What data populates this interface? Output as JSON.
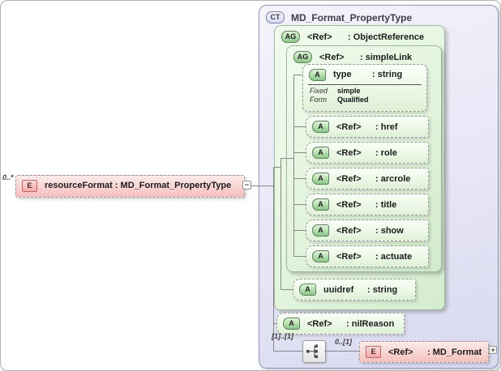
{
  "diagram": {
    "source_element": {
      "multiplicity": "0..*",
      "badge": "E",
      "label": "resourceFormat : MD_Format_PropertyType",
      "collapse_glyph": "−"
    },
    "complex_type": {
      "badge": "CT",
      "title": "MD_Format_PropertyType",
      "object_reference_group": {
        "badge": "AG",
        "name": "<Ref>",
        "type": ": ObjectReference",
        "simple_link_group": {
          "badge": "AG",
          "name": "<Ref>",
          "type": ": simpleLink",
          "type_attribute": {
            "badge": "A",
            "name": "type",
            "type": ": string",
            "facets": [
              {
                "label": "Fixed",
                "value": "simple"
              },
              {
                "label": "Form",
                "value": "Qualified"
              }
            ]
          },
          "attributes": [
            {
              "badge": "A",
              "name": "<Ref>",
              "type": ": href"
            },
            {
              "badge": "A",
              "name": "<Ref>",
              "type": ": role"
            },
            {
              "badge": "A",
              "name": "<Ref>",
              "type": ": arcrole"
            },
            {
              "badge": "A",
              "name": "<Ref>",
              "type": ": title"
            },
            {
              "badge": "A",
              "name": "<Ref>",
              "type": ": show"
            },
            {
              "badge": "A",
              "name": "<Ref>",
              "type": ": actuate"
            }
          ]
        },
        "uuidref_attribute": {
          "badge": "A",
          "name": "uuidref",
          "type": ": string"
        }
      },
      "nilreason_attribute": {
        "badge": "A",
        "name": "<Ref>",
        "type": ": nilReason"
      },
      "sequence": {
        "multiplicity": "[1]..[1]",
        "child_multiplicity": "0..[1]",
        "md_format_element": {
          "badge": "E",
          "name": "<Ref>",
          "type": ": MD_Format",
          "expand_glyph": "+"
        }
      }
    },
    "colors": {
      "complex_type_fill": "#e8e8f6",
      "complex_type_border": "#9595bd",
      "group_fill": "#e2f4dd",
      "group_border": "#9fb89f",
      "attribute_fill": "#eaf7e4",
      "element_fill": "#f8d2d0",
      "badge_green": "#8dc789",
      "badge_pink": "#f3a9a9",
      "connector": "#888888"
    }
  }
}
